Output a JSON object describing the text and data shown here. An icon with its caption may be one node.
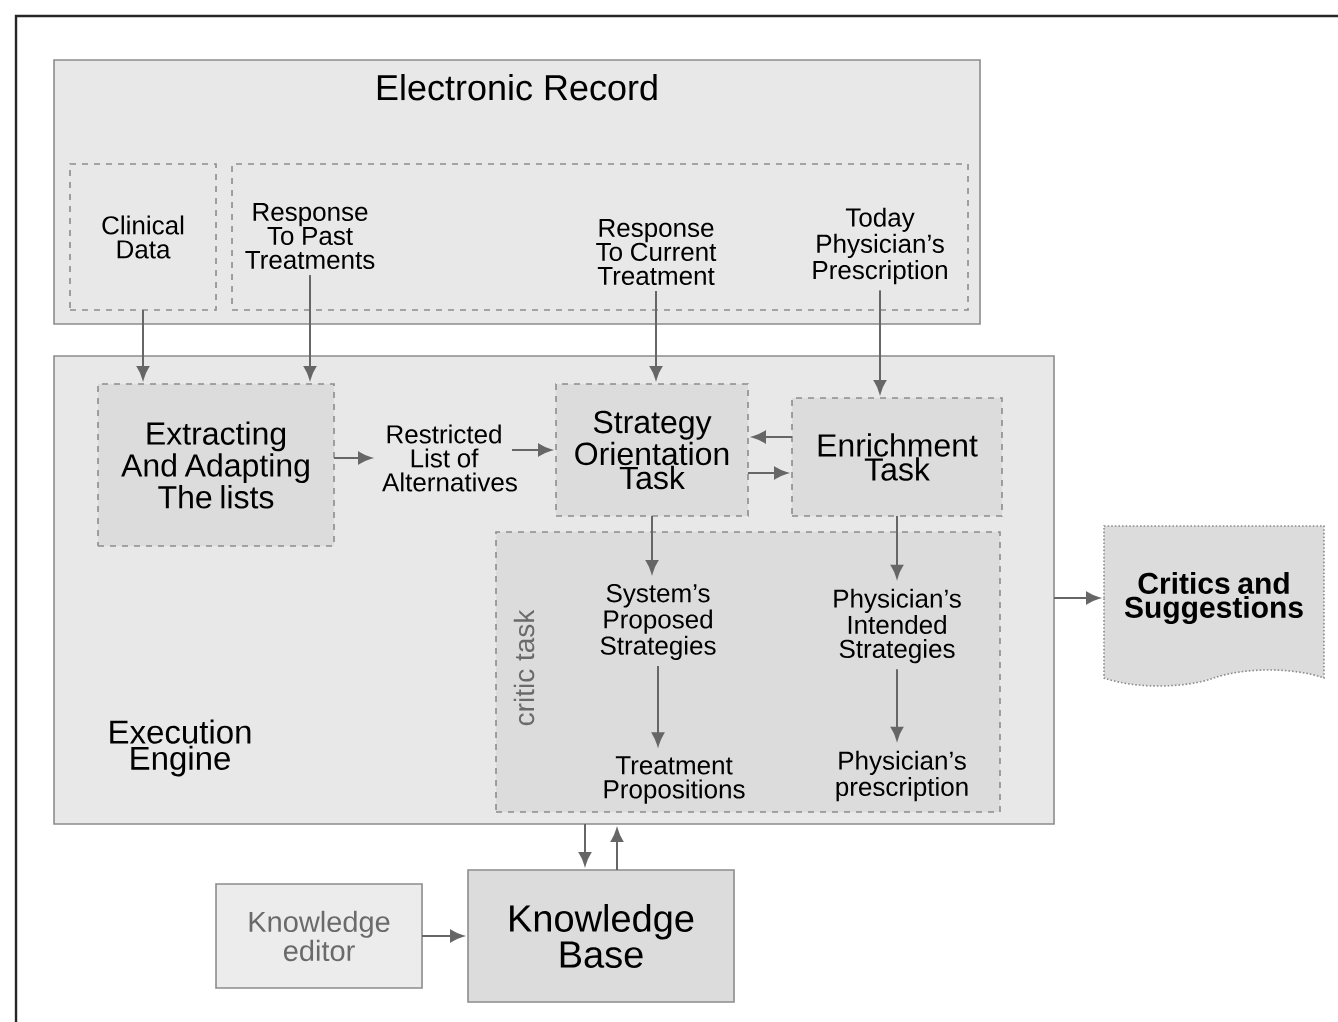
{
  "diagram": {
    "nodes": [
      {
        "text": [
          "Electronic Record"
        ]
      },
      {
        "text": [
          "Clinical Data"
        ],
        "in": 0
      },
      {
        "text": [],
        "shape": "box",
        "in": 0
      },
      {
        "text": [
          "Response To Past Treatments"
        ],
        "in": 2
      },
      {
        "text": [
          "Response To Current Treatment"
        ],
        "in": 2
      },
      {
        "text": [
          "Today Physician’s Prescription"
        ],
        "in": 2
      },
      {
        "text": [
          "Execution Engine"
        ]
      },
      {
        "text": [
          "Extracting And Adapting The lists"
        ],
        "in": 6
      },
      {
        "text": [
          "Restricted List of Alternatives"
        ],
        "in": 6
      },
      {
        "text": [
          "Strategy Orientation Task"
        ],
        "in": 6
      },
      {
        "text": [
          "Enrichment Task"
        ],
        "in": 6
      },
      {
        "text": [
          "critic task"
        ],
        "in": 6
      },
      {
        "text": [
          "System’s Proposed Strategies"
        ],
        "in": 11
      },
      {
        "text": [
          "Treatment Propositions"
        ],
        "in": 11
      },
      {
        "text": [
          "Physician’s Intended Strategies"
        ],
        "in": 11
      },
      {
        "text": [
          "Physician’s prescription"
        ],
        "in": 11
      },
      {
        "text": [
          "Critics and Suggestions"
        ]
      },
      {
        "text": [
          "Knowledge editor"
        ]
      },
      {
        "text": [
          "Knowledge Base"
        ]
      }
    ],
    "edges": [
      {
        "from": 1,
        "to": 7,
        "arrow": "to"
      },
      {
        "from": 3,
        "to": 7,
        "arrow": "to"
      },
      {
        "from": 4,
        "to": 9,
        "arrow": "to"
      },
      {
        "from": 5,
        "to": 10,
        "arrow": "to"
      },
      {
        "from": 7,
        "to": 8,
        "arrow": "to"
      },
      {
        "from": 8,
        "to": 9,
        "arrow": "to"
      },
      {
        "from": 10,
        "to": 9,
        "arrow": "to"
      },
      {
        "from": 9,
        "to": 10,
        "arrow": "to"
      },
      {
        "from": 9,
        "to": 12,
        "arrow": "to"
      },
      {
        "from": 10,
        "to": 14,
        "arrow": "to"
      },
      {
        "from": 12,
        "to": 13,
        "arrow": "to"
      },
      {
        "from": 14,
        "to": 15,
        "arrow": "to"
      },
      {
        "from": 6,
        "to": 16,
        "arrow": "to"
      },
      {
        "from": 6,
        "to": 18,
        "arrow": "to"
      },
      {
        "from": 18,
        "to": 6,
        "arrow": "to"
      },
      {
        "from": 17,
        "to": 18,
        "arrow": "to"
      }
    ]
  }
}
